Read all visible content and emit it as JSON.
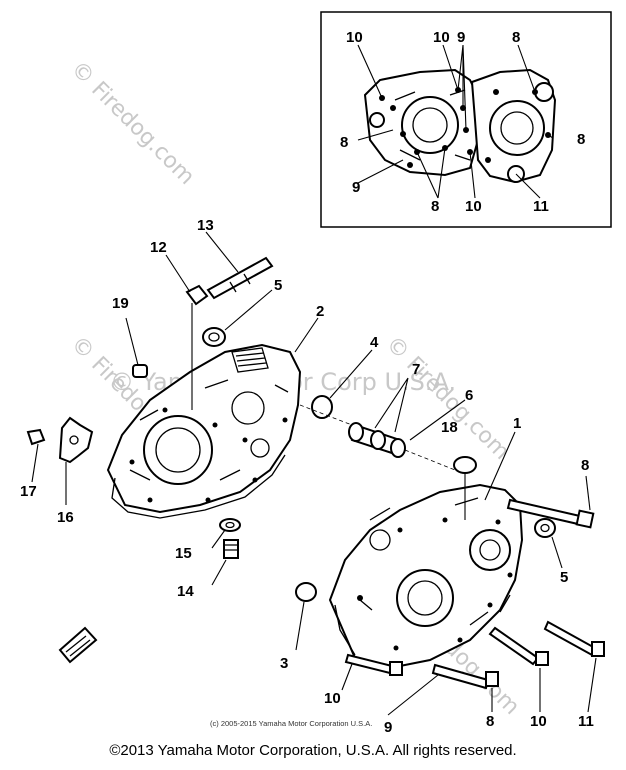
{
  "watermarks": {
    "site": "© Firedog.com",
    "brand": "© Yamaha Motor Corp U.S.A."
  },
  "callouts": {
    "c1": "1",
    "c2": "2",
    "c3": "3",
    "c4": "4",
    "c5a": "5",
    "c5b": "5",
    "c6": "6",
    "c7": "7",
    "c8a": "8",
    "c8b": "8",
    "c9": "9",
    "c10": "10",
    "c11": "11",
    "c12": "12",
    "c13": "13",
    "c14": "14",
    "c15": "15",
    "c16": "16",
    "c17": "17",
    "c18": "18",
    "c19": "19"
  },
  "inset_callouts": {
    "i10a": "10",
    "i10b": "10",
    "i9a": "9",
    "i8a": "8",
    "i8b": "8",
    "i8c": "8",
    "i9b": "9",
    "i8d": "8",
    "i10c": "10",
    "i11": "11"
  },
  "small_copyright": "(c) 2005-2015 Yamaha Motor Corporation U.S.A.",
  "footer": "©2013 Yamaha Motor Corporation, U.S.A. All rights reserved."
}
